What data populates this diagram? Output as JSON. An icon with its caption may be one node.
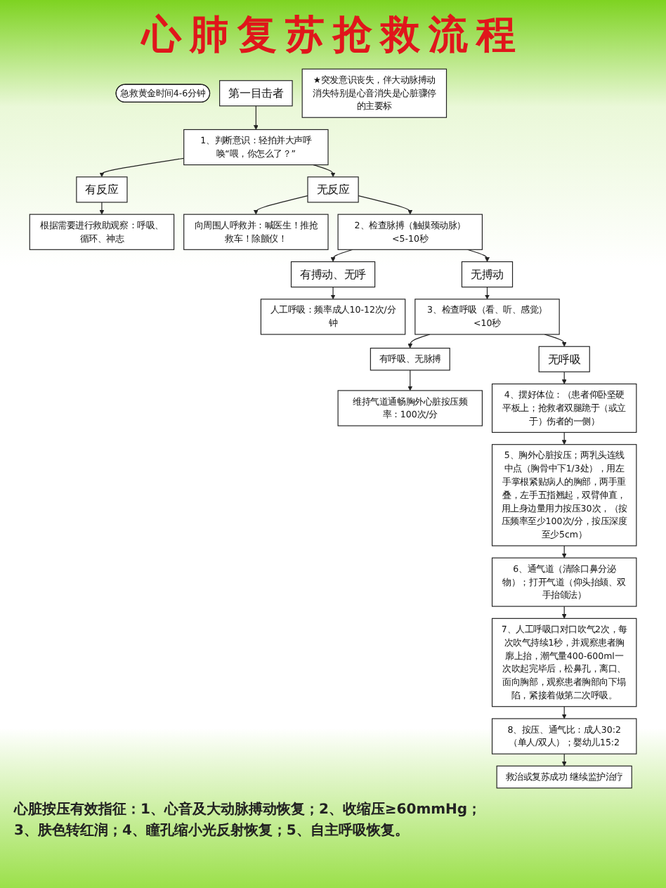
{
  "diagram": {
    "title": "心肺复苏抢救流程",
    "nodes": [
      {
        "text": [
          "急救黄金时间4-6分钟"
        ]
      },
      {
        "text": [
          "第一目击者"
        ]
      },
      {
        "text": [
          "★突发意识丧失，伴大动脉搏动消失特别是心音消失是心脏骤停的主要标"
        ]
      },
      {
        "text": [
          "有反应"
        ]
      },
      {
        "text": [
          "1、判断意识：轻拍并大声呼唤“喂，你怎么了？”"
        ]
      },
      {
        "text": [
          "无反应"
        ]
      },
      {
        "text": [
          "向周围人呼救并：喊医生！推抢救车！除颤仪！"
        ]
      },
      {
        "text": [
          "根据需要进行救助观察：呼吸、循环、神志"
        ]
      },
      {
        "text": [
          "2、检查脉搏（触摸颈动脉）<5-10秒"
        ]
      },
      {
        "text": [
          "有搏动、无呼"
        ]
      },
      {
        "text": [
          "无搏动"
        ]
      },
      {
        "text": [
          "人工呼吸：频率成人10-12次/分钟"
        ]
      },
      {
        "text": [
          "3、检查呼吸（看、听、感觉）<10秒"
        ]
      },
      {
        "text": [
          "有呼吸、无脉搏"
        ]
      },
      {
        "text": [
          "无呼吸"
        ]
      },
      {
        "text": [
          "维持气道通畅胸外心脏按压频率：100次/分"
        ]
      },
      {
        "text": [
          "4、摆好体位：（患者仰卧坚硬平板上；抢救者双腿跪于（或立于）伤者的一侧）"
        ]
      },
      {
        "text": [
          "5、胸外心脏按压；两乳头连线中点（胸骨中下1/3处），用左手掌根紧贴病人的胸部，两手重叠，左手五指翘起，双臂伸直，用上身边量用力按压30次，（按压频率至少100次/分，按压深度至少5cm）"
        ]
      },
      {
        "text": [
          "6、通气道（清除口鼻分泌物）；打开气道（仰头抬颏、双手抬颌法）"
        ]
      },
      {
        "text": [
          "7、人工呼吸口对口吹气2次，每次吹气持续1秒，并观察患者胸廓上抬，潮气量400-600ml一次吹起完毕后，松鼻孔，离口、面向胸部，观察患者胸部向下塌陷，紧接着做第二次呼吸。"
        ]
      },
      {
        "text": [
          "8、按压、通气比：成人30:2（单人/双人）；婴幼儿15:2"
        ]
      },
      {
        "text": [
          "救治或复苏成功 继续监护治疗"
        ]
      }
    ],
    "edges": [
      {
        "from": 1,
        "to": 4,
        "arrow": "to"
      },
      {
        "from": 4,
        "to": 3,
        "arrow": "to"
      },
      {
        "from": 4,
        "to": 5,
        "arrow": "to"
      },
      {
        "from": 5,
        "to": 6,
        "arrow": "to"
      },
      {
        "from": 3,
        "to": 7,
        "arrow": "to"
      },
      {
        "from": 5,
        "to": 8,
        "arrow": "to"
      },
      {
        "from": 8,
        "to": 9,
        "arrow": "to"
      },
      {
        "from": 8,
        "to": 10,
        "arrow": "to"
      },
      {
        "from": 9,
        "to": 11,
        "arrow": "to"
      },
      {
        "from": 10,
        "to": 12,
        "arrow": "to"
      },
      {
        "from": 12,
        "to": 13,
        "arrow": "to"
      },
      {
        "from": 12,
        "to": 14,
        "arrow": "to"
      },
      {
        "from": 13,
        "to": 15,
        "arrow": "to"
      },
      {
        "from": 14,
        "to": 16,
        "arrow": "to"
      },
      {
        "from": 16,
        "to": 17,
        "arrow": "to"
      },
      {
        "from": 17,
        "to": 18,
        "arrow": "to"
      },
      {
        "from": 18,
        "to": 19,
        "arrow": "to"
      },
      {
        "from": 19,
        "to": 20,
        "arrow": "to"
      },
      {
        "from": 20,
        "to": 21,
        "arrow": "to"
      }
    ],
    "labels": [
      "心脏按压有效指征：1、心音及大动脉搏动恢复；2、收缩压≥60mmHg；",
      "3、肤色转红润；4、瞳孔缩小光反射恢复；5、自主呼吸恢复。"
    ]
  }
}
